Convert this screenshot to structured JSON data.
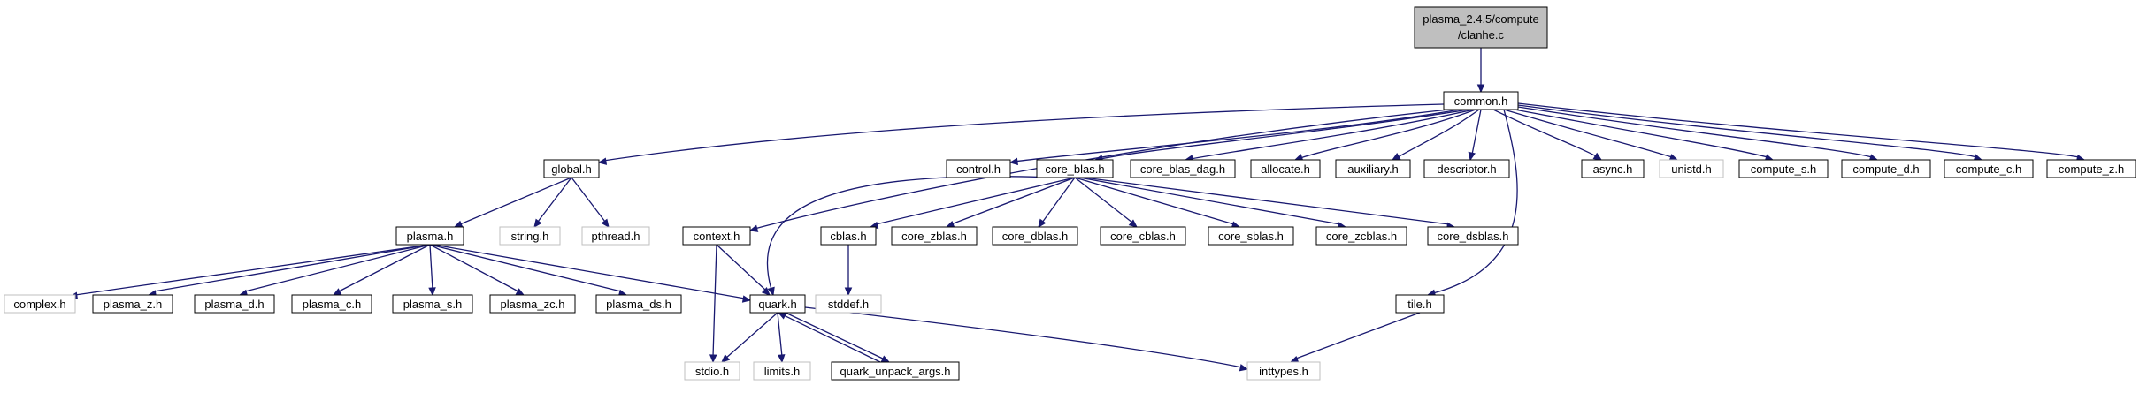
{
  "diagram": {
    "root": {
      "line1": "plasma_2.4.5/compute",
      "line2": "/clanhe.c"
    },
    "nodes": {
      "common": "common.h",
      "global": "global.h",
      "control": "control.h",
      "core_blas": "core_blas.h",
      "core_blas_dag": "core_blas_dag.h",
      "allocate": "allocate.h",
      "auxiliary": "auxiliary.h",
      "descriptor": "descriptor.h",
      "async": "async.h",
      "unistd": "unistd.h",
      "compute_s": "compute_s.h",
      "compute_d": "compute_d.h",
      "compute_c": "compute_c.h",
      "compute_z": "compute_z.h",
      "plasma": "plasma.h",
      "string": "string.h",
      "pthread": "pthread.h",
      "context": "context.h",
      "cblas": "cblas.h",
      "core_zblas": "core_zblas.h",
      "core_dblas": "core_dblas.h",
      "core_cblas": "core_cblas.h",
      "core_sblas": "core_sblas.h",
      "core_zcblas": "core_zcblas.h",
      "core_dsblas": "core_dsblas.h",
      "complex": "complex.h",
      "plasma_z": "plasma_z.h",
      "plasma_d": "plasma_d.h",
      "plasma_c": "plasma_c.h",
      "plasma_s": "plasma_s.h",
      "plasma_zc": "plasma_zc.h",
      "plasma_ds": "plasma_ds.h",
      "quark": "quark.h",
      "stddef": "stddef.h",
      "tile": "tile.h",
      "stdio": "stdio.h",
      "limits": "limits.h",
      "quark_unpack_args": "quark_unpack_args.h",
      "inttypes": "inttypes.h"
    }
  }
}
